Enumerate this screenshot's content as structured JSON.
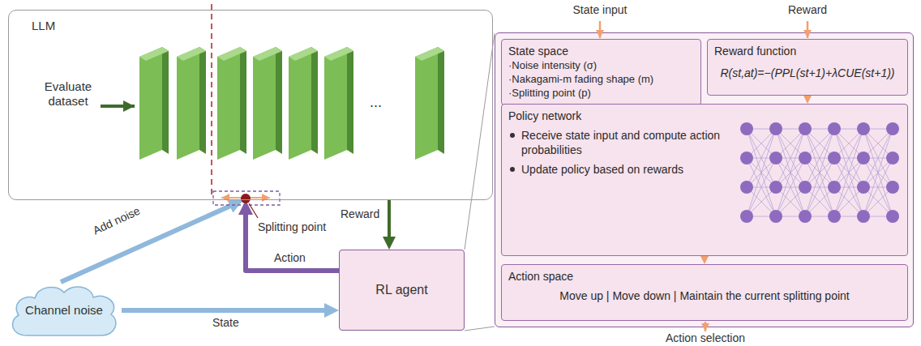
{
  "diagram": {
    "nodes": [
      {
        "text": [
          "LLM"
        ]
      },
      {
        "text": [
          "State space",
          "·Noise intensity (σ)",
          "·Nakagami-m fading shape (m)",
          "·Splitting point (p)"
        ]
      },
      {
        "text": [
          "Reward function",
          "R(st,at)=−(PPL(st+1)+λCUE(st+1))"
        ]
      },
      {
        "text": [
          "Policy network",
          "Receive state input and compute action probabilities",
          "Update policy based on rewards"
        ]
      },
      {
        "text": [
          "Action space",
          "Move up | Move down | Maintain the current splitting point"
        ]
      },
      {
        "text": [
          "Channel noise"
        ]
      },
      {
        "text": [
          "RL agent"
        ]
      }
    ],
    "edges": [
      {
        "from": 5,
        "to": 6,
        "label": "State",
        "arrow": "to"
      },
      {
        "from": 0,
        "to": 6,
        "label": "Reward",
        "arrow": "to"
      },
      {
        "from": 5,
        "to": 0,
        "label": "Add noise",
        "arrow": "to"
      },
      {
        "from": 6,
        "to": 0,
        "label": "Action",
        "arrow": "to"
      },
      {
        "from": 1,
        "to": 3,
        "arrow": "to"
      },
      {
        "from": 2,
        "to": 3,
        "arrow": "to"
      },
      {
        "from": 3,
        "to": 4,
        "arrow": "to"
      }
    ],
    "labels": [
      "Evaluate dataset",
      "...",
      "Splitting point",
      "State input",
      "Reward",
      "Action selection"
    ]
  }
}
